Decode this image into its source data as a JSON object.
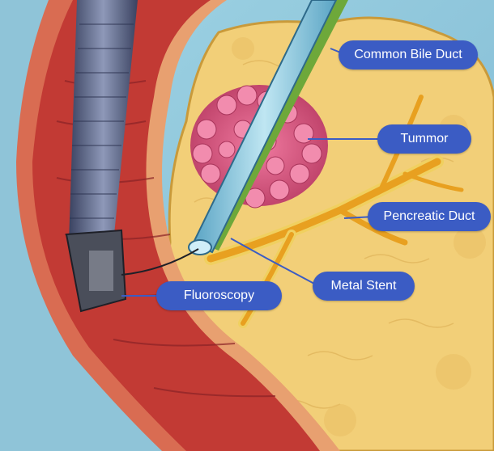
{
  "labels": {
    "common_bile_duct": "Common Bile Duct",
    "tumor": "Tummor",
    "pancreatic_duct": "Pencreatic Duct",
    "metal_stent": "Metal Stent",
    "fluoroscopy": "Fluoroscopy"
  },
  "colors": {
    "label_bg": "#3b5cc4",
    "label_text": "#ffffff",
    "background": "#8fc4d8",
    "duodenum_wall": "#c23a34",
    "pancreas": "#f2cf78",
    "tumor": "#d9577f",
    "bile_duct": "#8cc8e0",
    "pancreatic_duct": "#e8a020"
  },
  "icons": {
    "endoscope": "endoscope-icon"
  }
}
